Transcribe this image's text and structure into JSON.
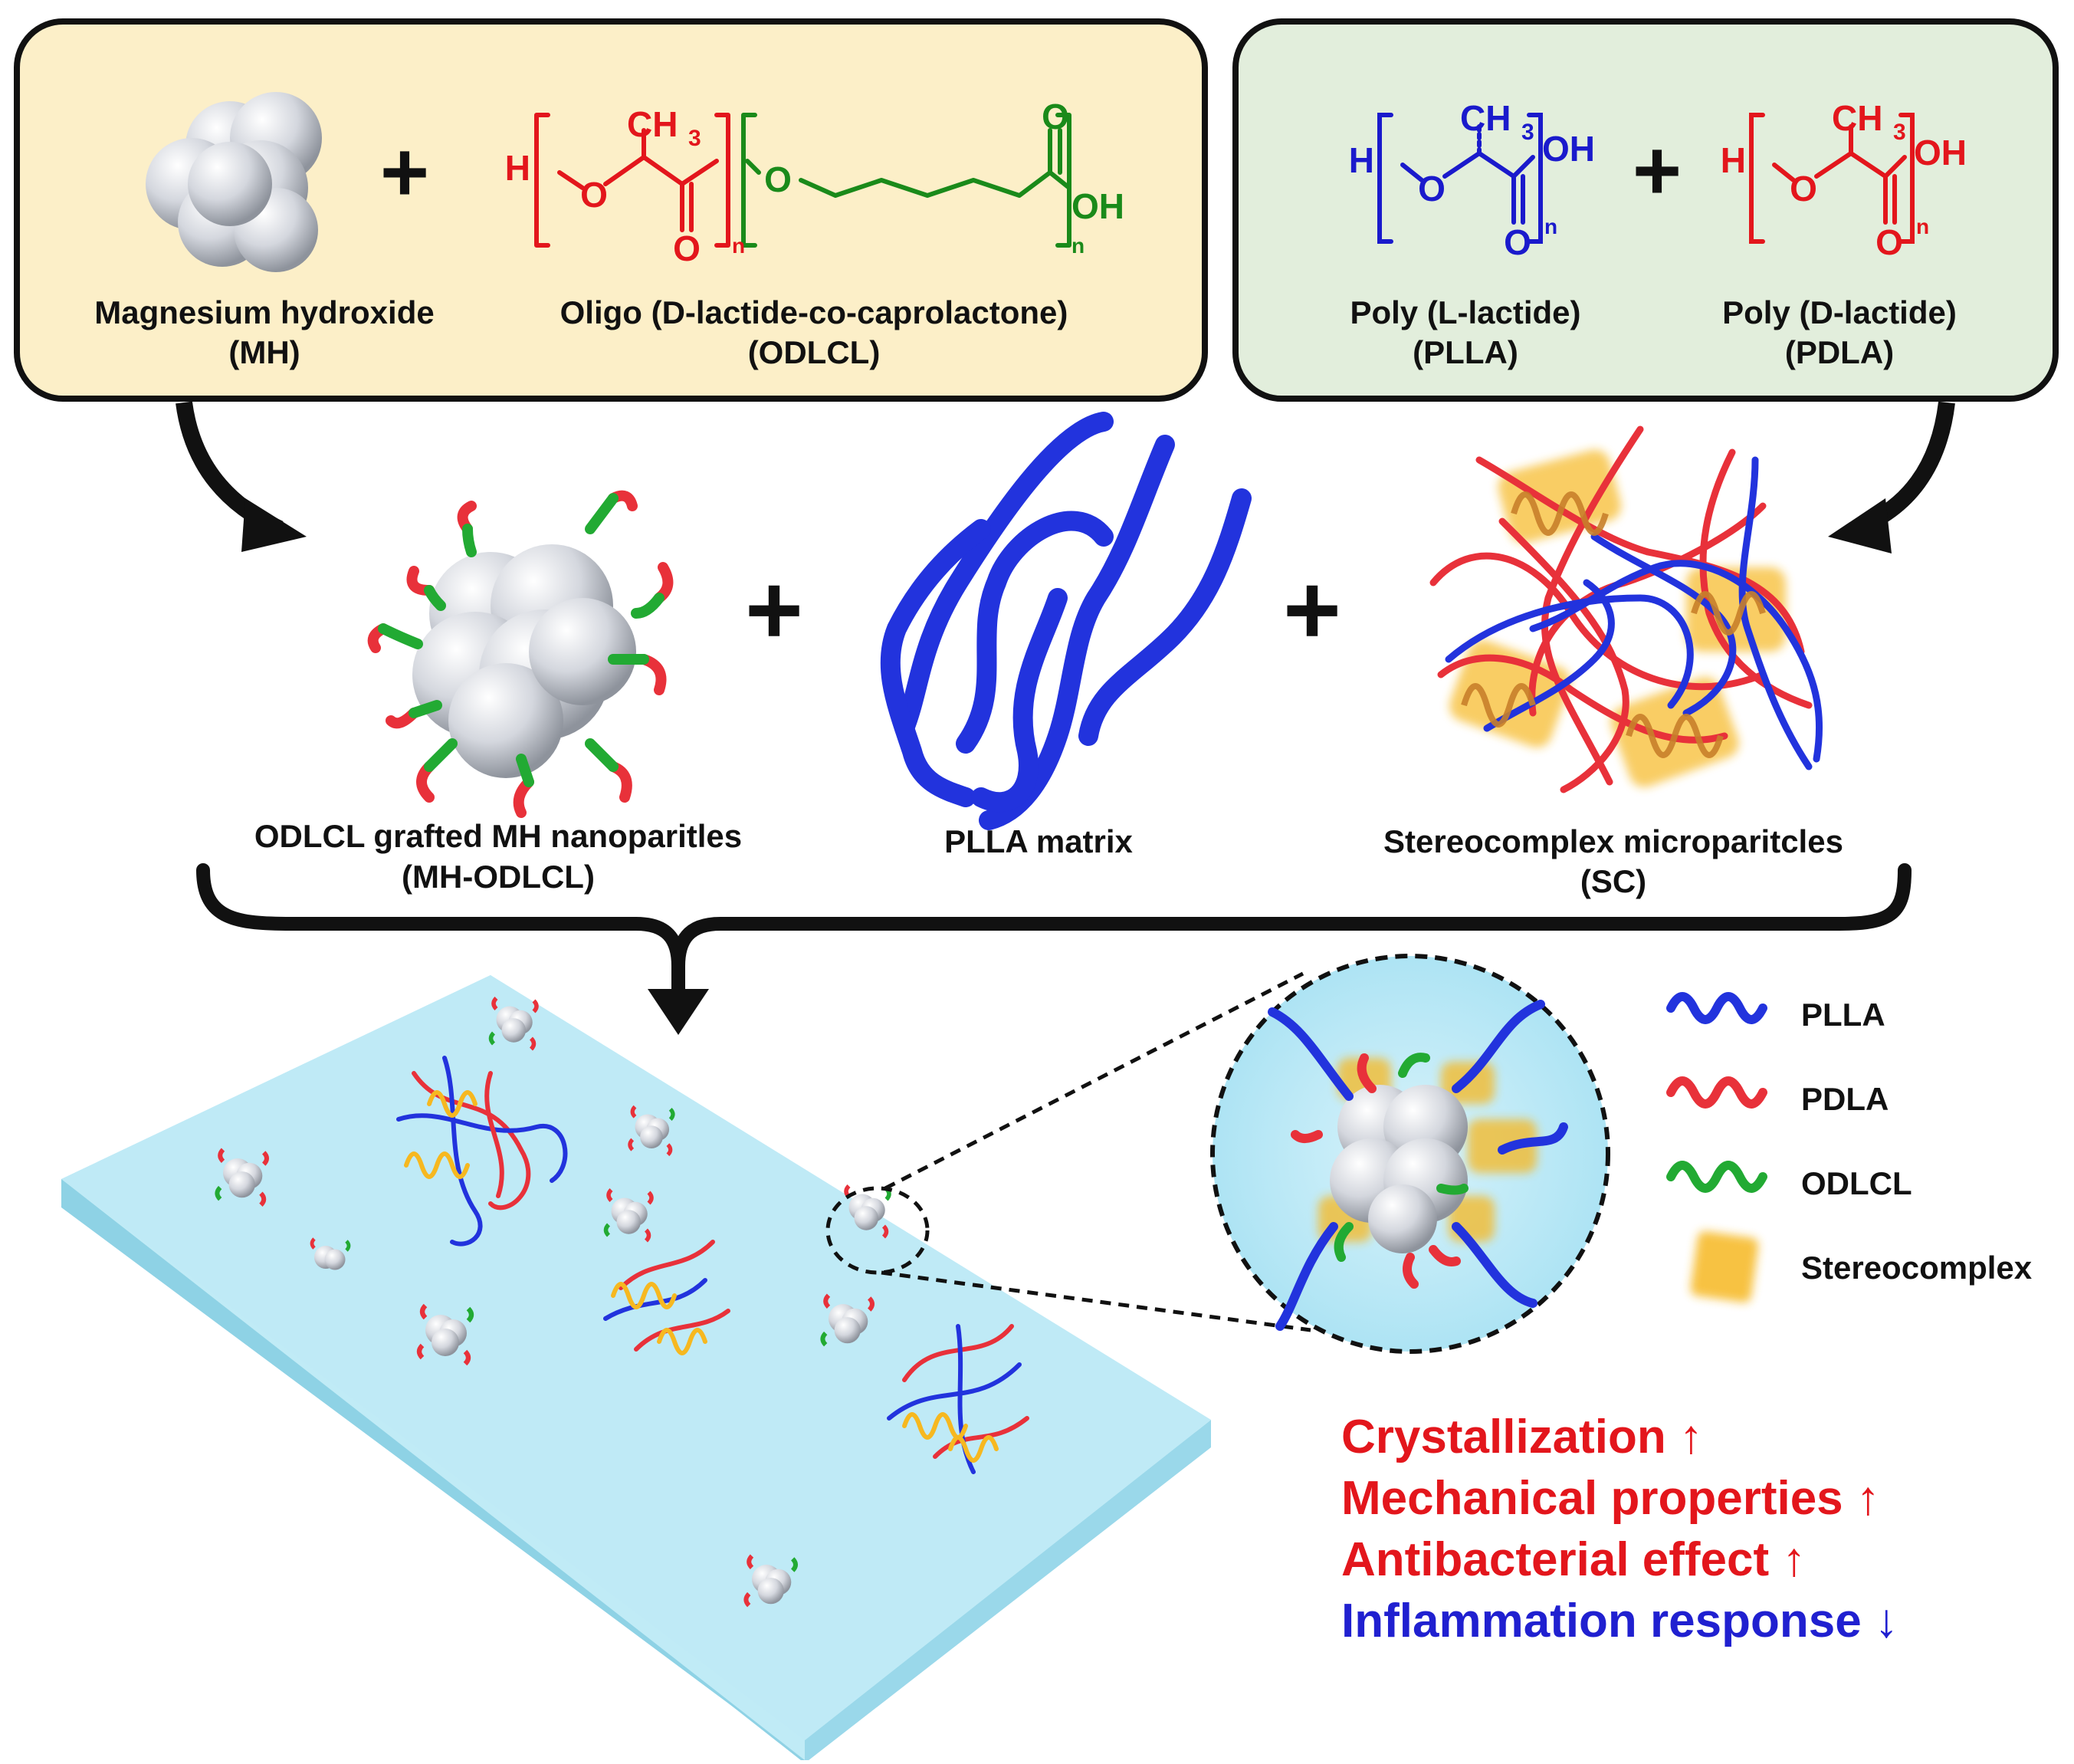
{
  "inputs_left": {
    "mh_name": "Magnesium hydroxide",
    "mh_abbr": "(MH)",
    "odlcl_name": "Oligo (D-lactide-co-caprolactone)",
    "odlcl_abbr": "(ODLCL)",
    "plus": "+"
  },
  "inputs_right": {
    "plla_name": "Poly (L-lactide)",
    "plla_abbr": "(PLLA)",
    "pdla_name": "Poly (D-lactide)",
    "pdla_abbr": "(PDLA)",
    "plus": "+"
  },
  "chem": {
    "H": "H",
    "O": "O",
    "CH3": "CH",
    "sub3": "3",
    "OH": "OH",
    "n": "n"
  },
  "middle": {
    "mh_odlcl_name": "ODLCL grafted MH nanoparitles",
    "mh_odlcl_abbr": "(MH-ODLCL)",
    "matrix_name": "PLLA matrix",
    "sc_name": "Stereocomplex microparitcles",
    "sc_abbr": "(SC)",
    "plus": "+"
  },
  "legend": [
    {
      "label": "PLLA",
      "color": "#2233dd"
    },
    {
      "label": "PDLA",
      "color": "#e8313a"
    },
    {
      "label": "ODLCL",
      "color": "#22aa33"
    },
    {
      "label": "Stereocomplex",
      "color": "#f6b820"
    }
  ],
  "effects": [
    {
      "text": "Crystallization ↑",
      "color": "#e3161c"
    },
    {
      "text": "Mechanical properties ↑",
      "color": "#e3161c"
    },
    {
      "text": "Antibacterial effect ↑",
      "color": "#e3161c"
    },
    {
      "text": "Inflammation response ↓",
      "color": "#2020d0"
    }
  ],
  "colors": {
    "left_box": "#fcefc8",
    "right_box": "#e2eedc",
    "sheet": "#bde9f5",
    "chem_red": "#e3161c",
    "chem_green": "#1a8a1a",
    "chem_blue": "#1a1acc"
  }
}
